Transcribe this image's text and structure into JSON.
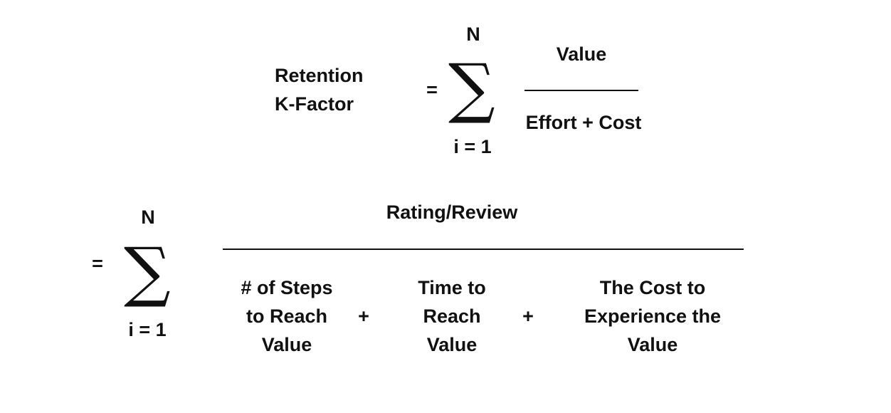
{
  "formula1": {
    "lhs_line1": "Retention",
    "lhs_line2": "K-Factor",
    "equals": "=",
    "sigma": "∑",
    "upper": "N",
    "lower": "i = 1",
    "numerator": "Value",
    "denominator": "Effort + Cost"
  },
  "formula2": {
    "equals": "=",
    "sigma": "∑",
    "upper": "N",
    "lower": "i = 1",
    "numerator": "Rating/Review",
    "term1": [
      "# of Steps",
      "to Reach",
      "Value"
    ],
    "plus1": "+",
    "term2": [
      "Time to",
      "Reach",
      "Value"
    ],
    "plus2": "+",
    "term3": [
      "The Cost to",
      "Experience the",
      "Value"
    ]
  }
}
